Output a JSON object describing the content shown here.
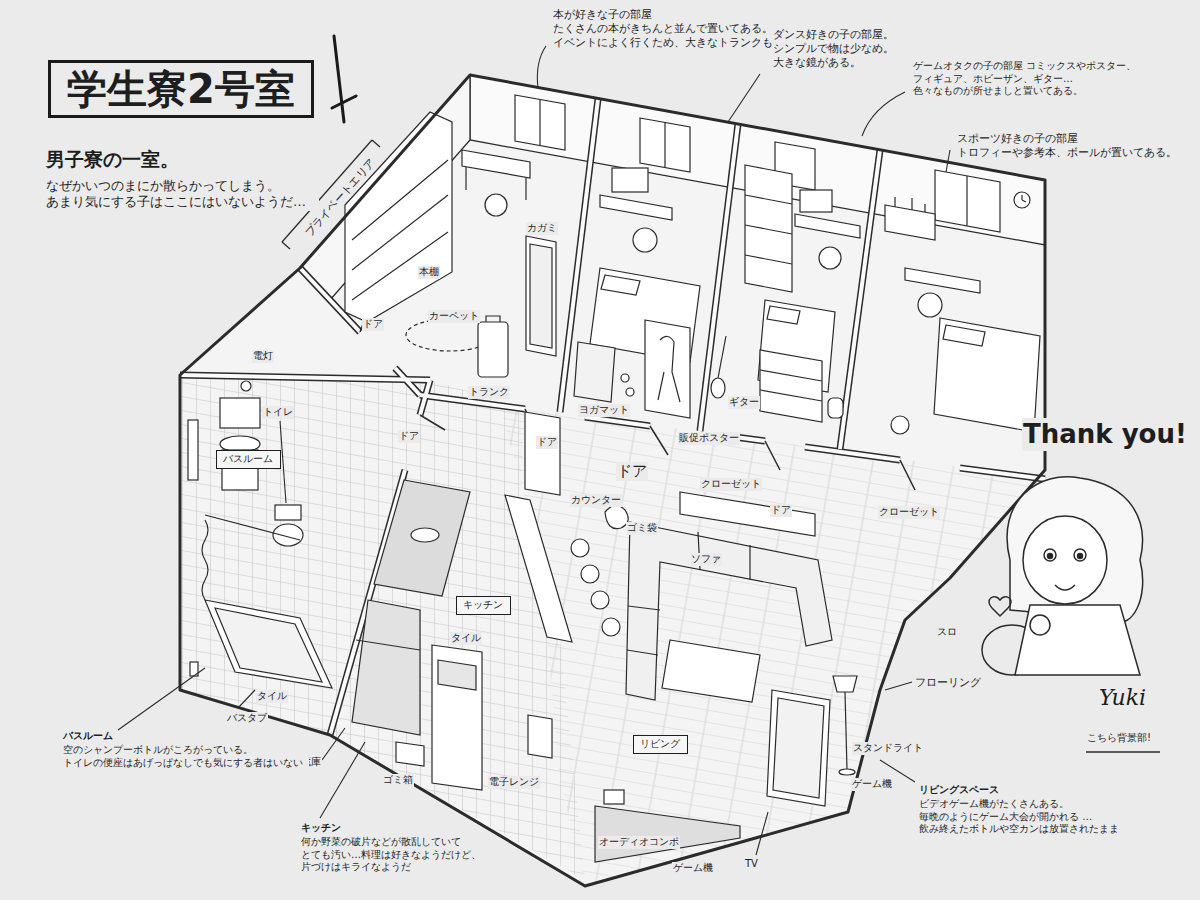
{
  "diagram": {
    "title": "学生寮2号室",
    "nodes": [
      {
        "text": [
          "バスルーム"
        ]
      },
      {
        "text": [
          "キッチン"
        ]
      },
      {
        "text": [
          "リビング"
        ]
      }
    ],
    "labels": [
      "男子寮の一室。",
      "なぜかいつのまにか散らかってしまう。 あまり気にする子はここにはいないようだ…",
      "プライベートエリア",
      "本が好きな子の部屋 たくさんの本がきちんと並んで置いてある。 イベントによく行くため、大きなトランクも",
      "ダンス好きの子の部屋。 シンプルで物は少なめ。 大きな鏡がある。",
      "ゲームオタクの子の部屋 コミックスやポスター、フィギュア、ホビーザン、ギター… 色々なものが所せましと置いてある。",
      "スポーツ好きの子の部屋 トロフィーや参考本、ボールが置いてある。",
      "本棚",
      "カーペット",
      "トランク",
      "カガミ",
      "ヨガマット",
      "ギター",
      "販促ポスター",
      "ドア",
      "ドア",
      "ドア",
      "ドア",
      "クローゼット",
      "ドア",
      "クローゼット",
      "電灯",
      "トイレ",
      "カウンター",
      "ゴミ袋",
      "ソファ",
      "タイル",
      "タイル",
      "スロ",
      "フローリング",
      "スタンドライト",
      "ゲーム機",
      "TV",
      "ゲーム機",
      "オーディオコンポ",
      "電子レンジ",
      "ゴミ箱",
      "冷蔵庫",
      "バスタブ",
      "バスルーム",
      "空のシャンプーボトルがころがっている。 トイレの便座はあげっぱなしでも気にする者はいない",
      "キッチン",
      "何か野菜の破片などが散乱していて とても汚い…料理は好きなようだけど、 片づけはキライなようだ",
      "リビングスペース",
      "ビデオゲーム機がたくさんある。 毎晩のようにゲーム大会が開かれる …飲み終えたボトルや空カンは放置されたまま",
      "Thank you!",
      "Yuki",
      "こちら背景部!"
    ]
  }
}
